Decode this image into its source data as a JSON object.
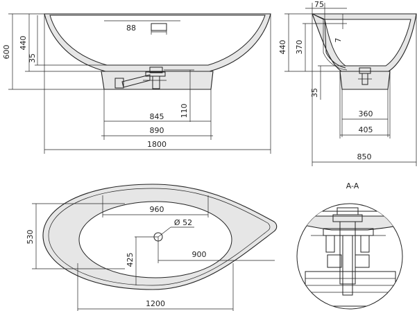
{
  "front_view": {
    "dims": {
      "height_total": "600",
      "height_inner": "440",
      "offset_35": "35",
      "drain_spacing": "88",
      "drain_height": "110",
      "base_inner": "845",
      "base_outer": "890",
      "length": "1800"
    }
  },
  "side_view": {
    "dims": {
      "top_offset": "75",
      "rim": "7",
      "height_440": "440",
      "height_370": "370",
      "offset_35": "35",
      "base_inner": "360",
      "base_outer": "405",
      "width": "850"
    }
  },
  "top_view": {
    "dims": {
      "basin_length": "960",
      "width": "530",
      "drain_diameter": "Ø 52",
      "drain_from_side": "425",
      "drain_from_end": "900",
      "base_length": "1200"
    }
  },
  "section": {
    "title": "A-A"
  }
}
